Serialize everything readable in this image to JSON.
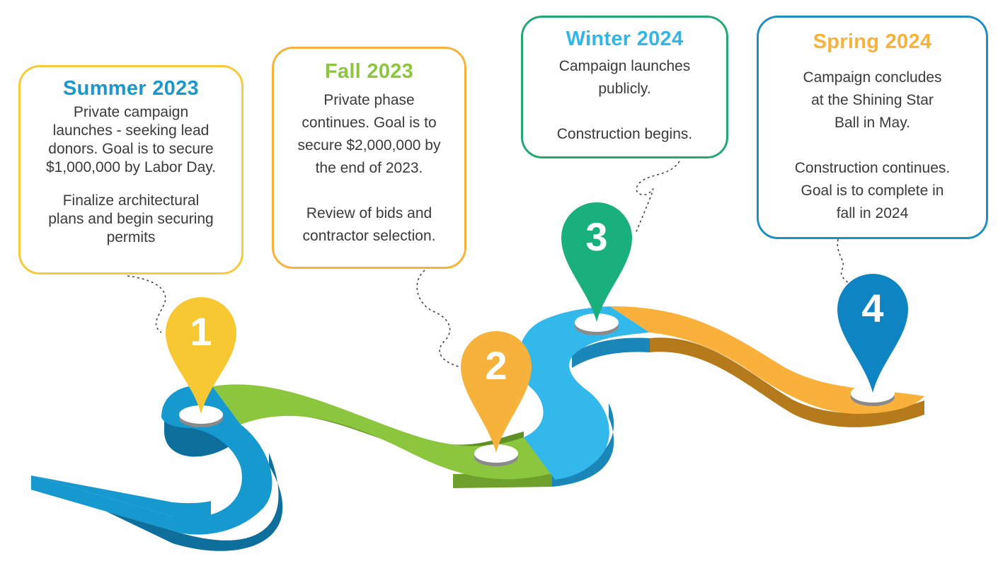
{
  "milestones": [
    {
      "number": "1",
      "title": "Summer 2023",
      "lines": [
        "Private campaign",
        "launches - seeking lead",
        "donors. Goal is to secure",
        "$1,000,000 by Labor Day.",
        "",
        "Finalize architectural",
        "plans and begin securing",
        "permits"
      ],
      "title_color": "#1c97c9",
      "border_color": "#f5cb3c",
      "pin_color": "#f7c832"
    },
    {
      "number": "2",
      "title": "Fall 2023",
      "lines": [
        "Private phase",
        "continues. Goal is to",
        "secure $2,000,000 by",
        "the end of 2023.",
        "",
        "Review of bids and",
        "contractor selection."
      ],
      "title_color": "#8cc63f",
      "border_color": "#f6b23a",
      "pin_color": "#f6b23a"
    },
    {
      "number": "3",
      "title": "Winter 2024",
      "lines": [
        "Campaign launches",
        "publicly.",
        "",
        "Construction begins."
      ],
      "title_color": "#33b5e5",
      "border_color": "#23a874",
      "pin_color": "#19b07e"
    },
    {
      "number": "4",
      "title": "Spring 2024",
      "lines": [
        "Campaign concludes",
        "at the Shining Star",
        "Ball in May.",
        "",
        "Construction continues.",
        "Goal is to complete in",
        "fall in 2024"
      ],
      "title_color": "#f6b23a",
      "border_color": "#1e8ec3",
      "pin_color": "#0e85c2"
    }
  ],
  "road_colors": [
    "#1599cf",
    "#8cc63f",
    "#33b8eb",
    "#f9b13c"
  ]
}
